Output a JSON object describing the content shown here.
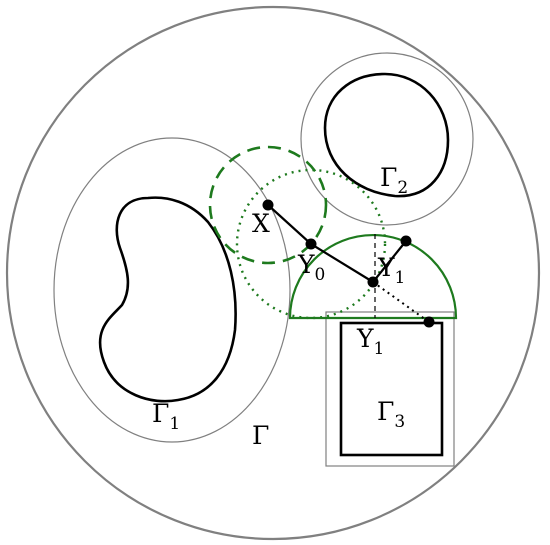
{
  "labels": {
    "gamma": "Γ",
    "gamma1": "Γ",
    "gamma1_sub": "1",
    "gamma2": "Γ",
    "gamma2_sub": "2",
    "gamma3": "Γ",
    "gamma3_sub": "3",
    "x": "X",
    "y0": "Y",
    "y0_sub": "0",
    "y1_upper": "Y",
    "y1_upper_sub": "1",
    "y1_lower": "Y",
    "y1_lower_sub": "1"
  },
  "colors": {
    "outline_gray": "#808080",
    "obstacle_black": "#000000",
    "green": "#1e7a1e"
  }
}
